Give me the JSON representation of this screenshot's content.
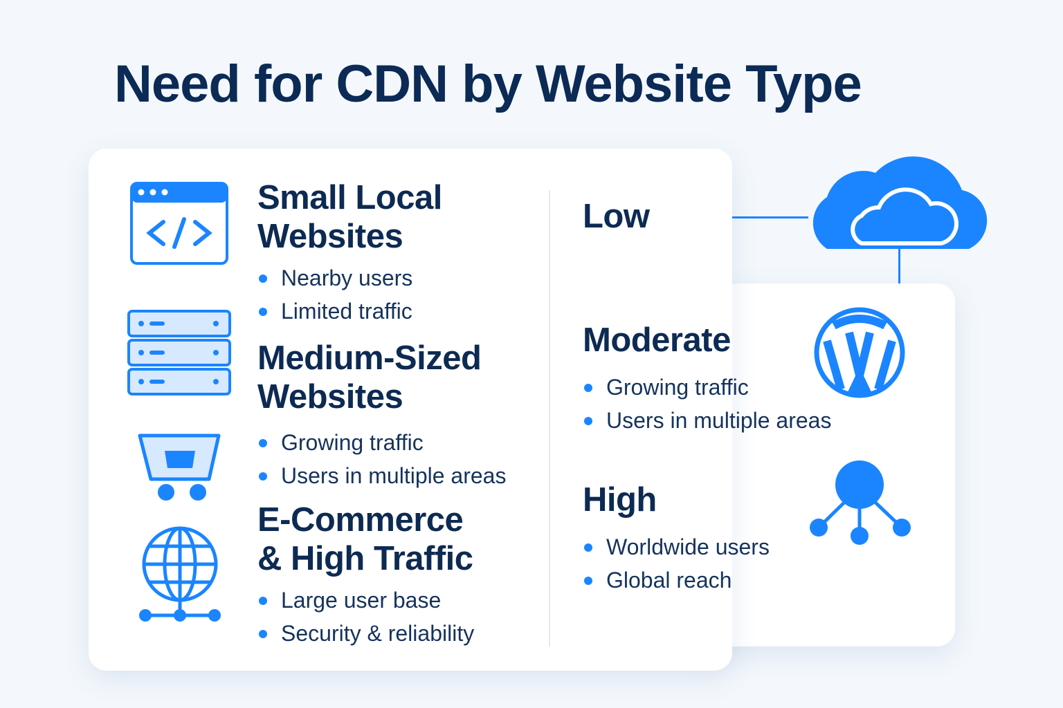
{
  "title": "Need for CDN by Website Type",
  "website_types": [
    {
      "heading": "Small Local Websites",
      "bullets": [
        "Nearby users",
        "Limited traffic"
      ]
    },
    {
      "heading": "Medium-Sized Websites",
      "bullets": [
        "Growing traffic",
        "Users in multiple areas"
      ]
    },
    {
      "heading": "E-Commerce & High Traffic",
      "bullets": [
        "Large user base",
        "Security & reliability"
      ]
    }
  ],
  "need_levels": [
    {
      "level": "Low",
      "bullets": []
    },
    {
      "level": "Moderate",
      "bullets": [
        "Growing traffic",
        "Users in multiple areas"
      ]
    },
    {
      "level": "High",
      "bullets": [
        "Worldwide users",
        "Global reach"
      ]
    }
  ],
  "colors": {
    "accent": "#1a85ff",
    "text": "#0d2a52"
  }
}
